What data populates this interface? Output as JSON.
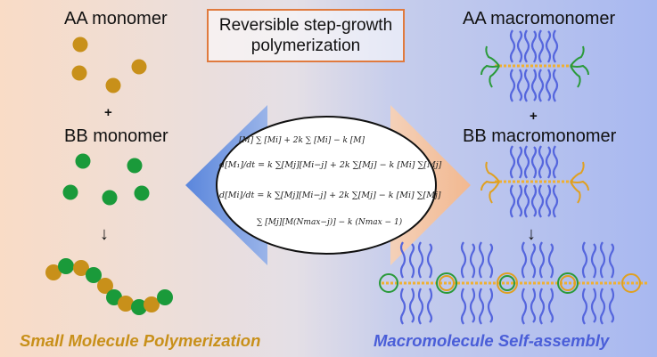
{
  "title": {
    "line1": "Reversible step-growth",
    "line2": "polymerization"
  },
  "left": {
    "monomer_a": "AA monomer",
    "plus": "+",
    "monomer_b": "BB monomer",
    "arrow": "↓",
    "caption": "Small Molecule Polymerization"
  },
  "right": {
    "monomer_a": "AA macromonomer",
    "plus": "+",
    "monomer_b": "BB macromonomer",
    "arrow": "↓",
    "caption": "Macromolecule Self-assembly"
  },
  "equations": {
    "eq1": "[M] ∑ [Mi] + 2k  ∑ [Mi] − k  [M]",
    "eq2": "d[M₁]/dt = k ∑[Mj][Mi−j] + 2k ∑[Mj] − k [Mi] ∑[Mj]",
    "eq3": "d[Mi]/dt = k ∑[Mj][Mi−j] + 2k ∑[Mj] − k [Mi] ∑[Mj]",
    "eq4": "∑ [Mj][M(Nmax−j)] − k (Nmax − 1)"
  },
  "colors": {
    "aa_monomer": "#c8901a",
    "bb_monomer": "#1a9a3a",
    "left_caption": "#c8901a",
    "right_caption": "#4a5ed8",
    "title_border": "#e07a3e",
    "brush": "#5566dd"
  }
}
